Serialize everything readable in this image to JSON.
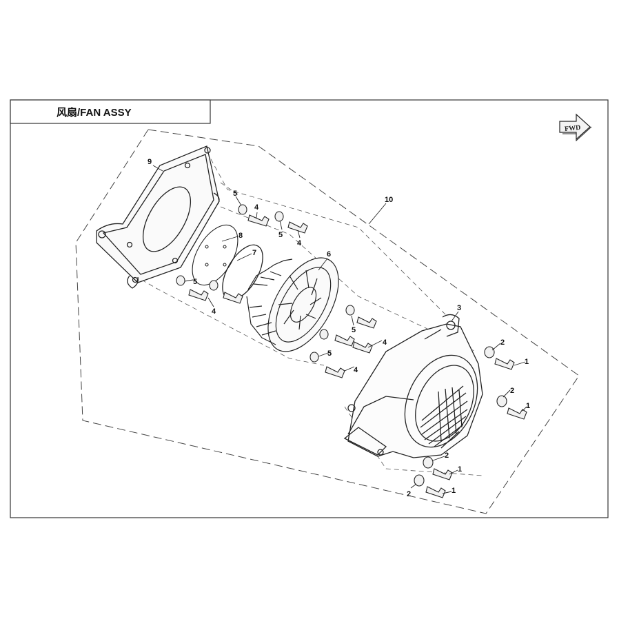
{
  "title": "风扇/FAN ASSY",
  "direction_badge": "FWD",
  "callouts": [
    "9",
    "5",
    "4",
    "5",
    "4",
    "8",
    "7",
    "6",
    "5",
    "4",
    "10",
    "3",
    "5",
    "4",
    "5",
    "4",
    "2",
    "1",
    "2",
    "1",
    "2",
    "1",
    "2",
    "1"
  ]
}
